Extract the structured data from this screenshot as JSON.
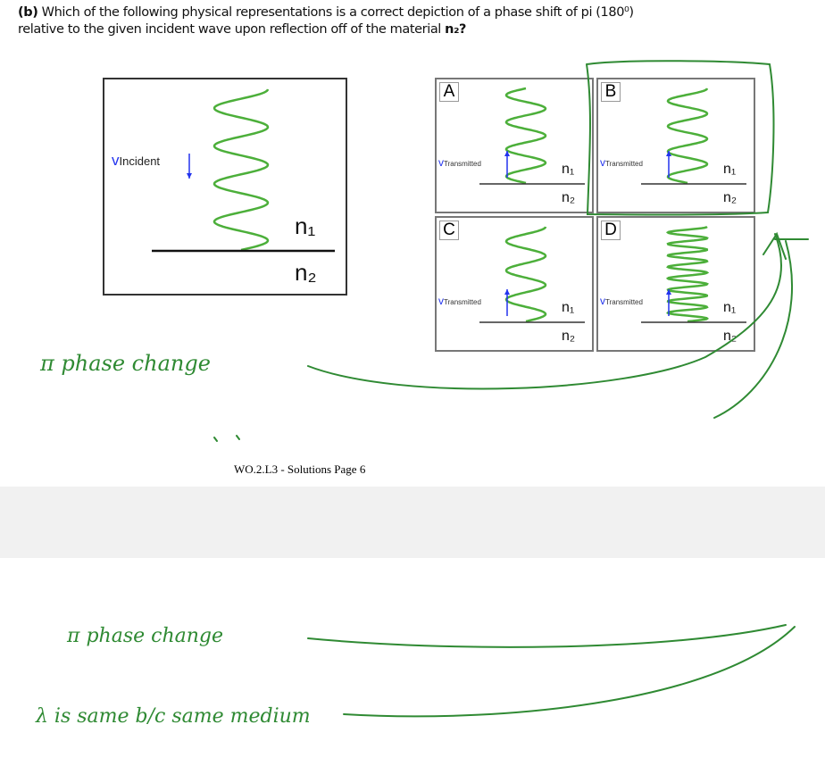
{
  "question": {
    "prefix": "(b)",
    "line1": " Which of the following physical representations is a correct depiction of a phase shift of pi (180⁰)",
    "line2": "relative to the given incident wave upon reflection off of the material ",
    "material": "n₂?"
  },
  "incident": {
    "v": "v",
    "label": "Incident",
    "n1": "n₁",
    "n2": "n₂"
  },
  "options": [
    {
      "letter": "A",
      "v": "v",
      "label": "Transmitted",
      "n1": "n₁",
      "n2": "n₂"
    },
    {
      "letter": "B",
      "v": "v",
      "label": "Transmitted",
      "n1": "n₁",
      "n2": "n₂"
    },
    {
      "letter": "C",
      "v": "v",
      "label": "Transmitted",
      "n1": "n₁",
      "n2": "n₂"
    },
    {
      "letter": "D",
      "v": "v",
      "label": "Transmitted",
      "n1": "n₁",
      "n2": "n₂"
    }
  ],
  "footer": "WO.2.L3 - Solutions Page 6",
  "handwriting": {
    "note1": "π phase change",
    "note2": "π phase change",
    "note3": "λ is same b/c same medium"
  },
  "colors": {
    "ink": "#2f8a33",
    "wave": "#4caf3a",
    "arrow": "#2233ee"
  }
}
